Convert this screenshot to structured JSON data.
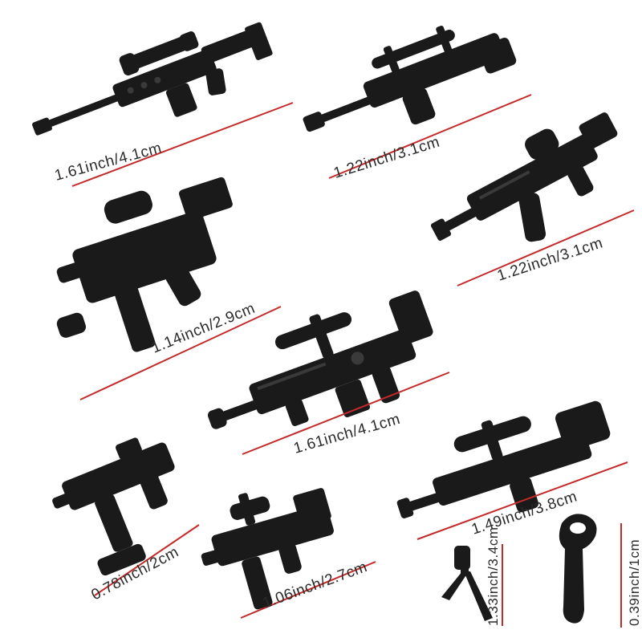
{
  "colors": {
    "background": "#ffffff",
    "measure_line": "#c42a2a",
    "part_fill": "#1a1a1a",
    "label_text": "#2a2a2a"
  },
  "items": [
    {
      "id": "sniper-rifle-large",
      "icon": "sniper-rifle-icon",
      "size_label": "1.61inch/4.1cm"
    },
    {
      "id": "bullpup-rifle",
      "icon": "bullpup-rifle-icon",
      "size_label": "1.22inch/3.1cm"
    },
    {
      "id": "assault-rifle",
      "icon": "assault-rifle-icon",
      "size_label": "1.22inch/3.1cm"
    },
    {
      "id": "submachine-gun-scoped",
      "icon": "submachine-gun-icon",
      "size_label": "1.14inch/2.9cm"
    },
    {
      "id": "tactical-rifle",
      "icon": "tactical-rifle-icon",
      "size_label": "1.61inch/4.1cm"
    },
    {
      "id": "compact-smg",
      "icon": "compact-smg-icon",
      "size_label": "0.78inch/2cm"
    },
    {
      "id": "compact-smg-scoped",
      "icon": "scoped-smg-icon",
      "size_label": "1.06inch/2.7cm"
    },
    {
      "id": "marksman-rifle",
      "icon": "marksman-rifle-icon",
      "size_label": "1.49inch/3.8cm"
    },
    {
      "id": "bipod",
      "icon": "bipod-icon",
      "size_label": "1.33inch/3.4cm"
    },
    {
      "id": "grip-holder",
      "icon": "grip-holder-icon",
      "size_label": "0.39inch/1cm"
    }
  ]
}
